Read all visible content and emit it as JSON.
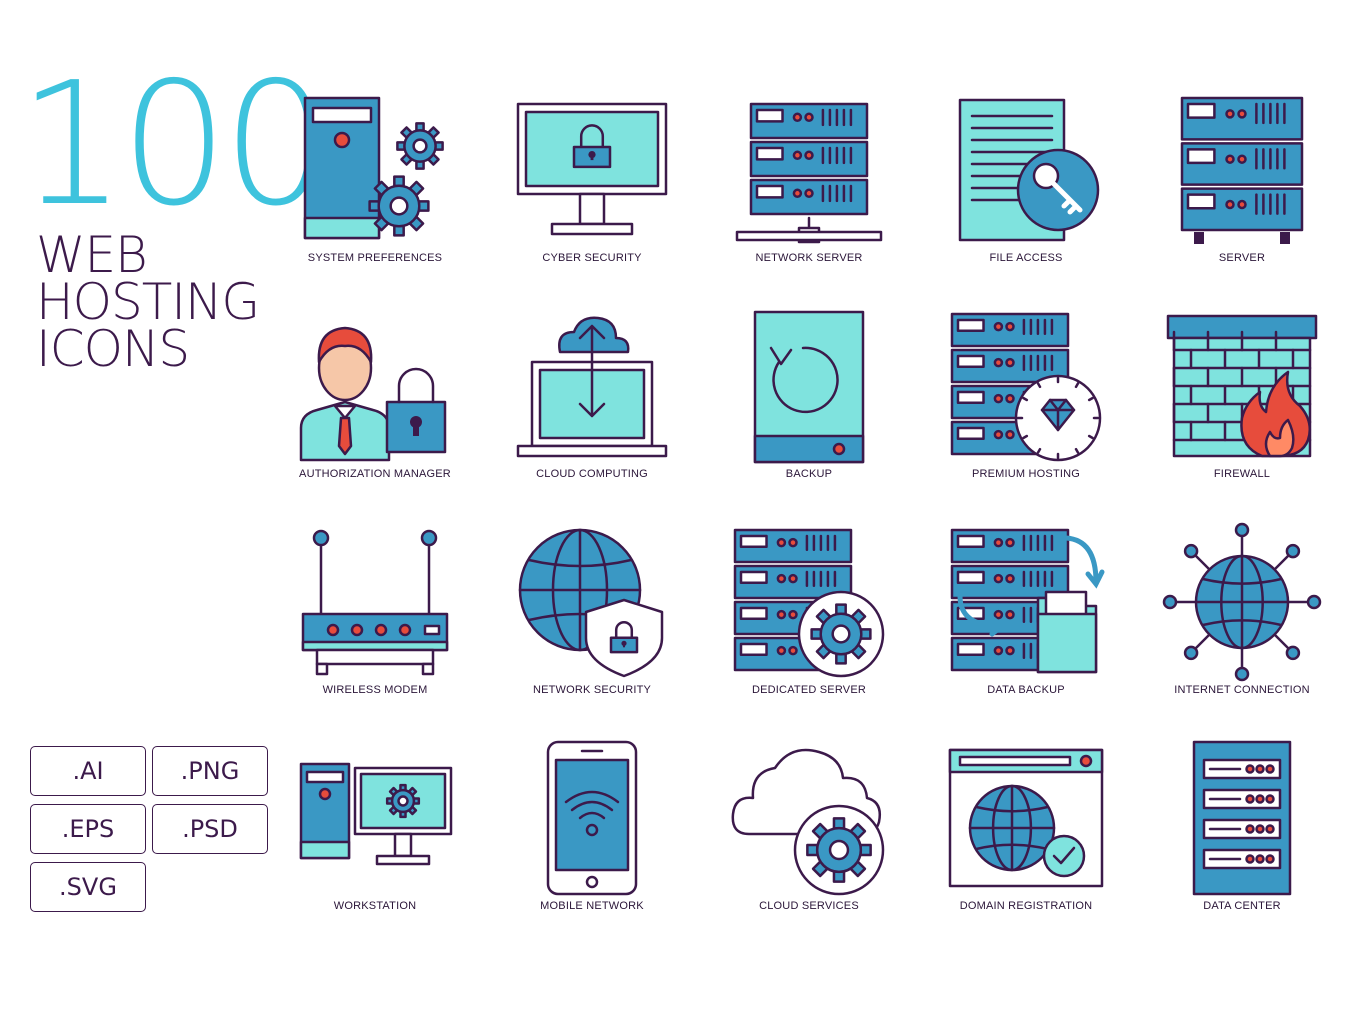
{
  "hero": {
    "number": "100",
    "line1": "WEB",
    "line2": "HOSTING",
    "line3": "ICONS"
  },
  "formats": [
    ".AI",
    ".PNG",
    ".EPS",
    ".PSD",
    ".SVG"
  ],
  "colors": {
    "teal": "#3ec3dd",
    "purple": "#3c1a4b",
    "mint": "#7fe3de",
    "blue": "#3a98c4",
    "red": "#e74c3c"
  },
  "icons": [
    {
      "label": "SYSTEM PREFERENCES",
      "icon": "system-preferences-icon"
    },
    {
      "label": "CYBER SECURITY",
      "icon": "cyber-security-icon"
    },
    {
      "label": "NETWORK SERVER",
      "icon": "network-server-icon"
    },
    {
      "label": "FILE ACCESS",
      "icon": "file-access-icon"
    },
    {
      "label": "SERVER",
      "icon": "server-icon"
    },
    {
      "label": "AUTHORIZATION MANAGER",
      "icon": "authorization-manager-icon"
    },
    {
      "label": "CLOUD COMPUTING",
      "icon": "cloud-computing-icon"
    },
    {
      "label": "BACKUP",
      "icon": "backup-icon"
    },
    {
      "label": "PREMIUM HOSTING",
      "icon": "premium-hosting-icon"
    },
    {
      "label": "FIREWALL",
      "icon": "firewall-icon"
    },
    {
      "label": "WIRELESS MODEM",
      "icon": "wireless-modem-icon"
    },
    {
      "label": "NETWORK SECURITY",
      "icon": "network-security-icon"
    },
    {
      "label": "DEDICATED SERVER",
      "icon": "dedicated-server-icon"
    },
    {
      "label": "DATA BACKUP",
      "icon": "data-backup-icon"
    },
    {
      "label": "INTERNET CONNECTION",
      "icon": "internet-connection-icon"
    },
    {
      "label": "WORKSTATION",
      "icon": "workstation-icon"
    },
    {
      "label": "MOBILE NETWORK",
      "icon": "mobile-network-icon"
    },
    {
      "label": "CLOUD SERVICES",
      "icon": "cloud-services-icon"
    },
    {
      "label": "DOMAIN REGISTRATION",
      "icon": "domain-registration-icon"
    },
    {
      "label": "DATA CENTER",
      "icon": "data-center-icon"
    }
  ]
}
